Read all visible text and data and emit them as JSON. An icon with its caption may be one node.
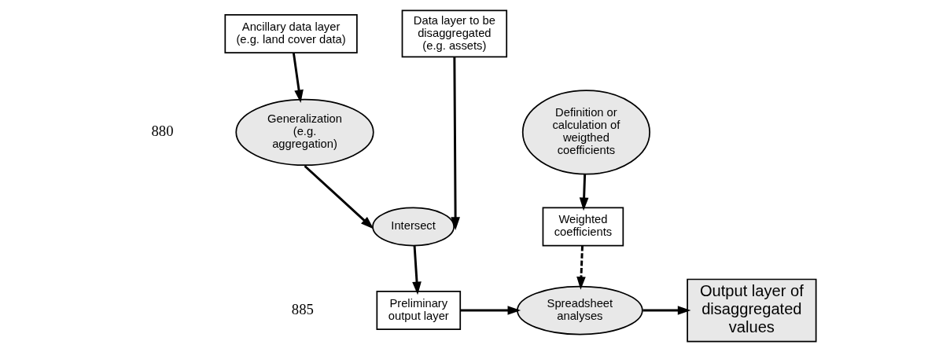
{
  "diagram": {
    "nodes": [
      {
        "text": [
          "Ancillary data layer (e.g. land cover data)"
        ]
      },
      {
        "text": [
          "Data layer to be disaggregated (e.g. assets)"
        ]
      },
      {
        "text": [
          "Generalization (e.g. aggregation)"
        ]
      },
      {
        "text": [
          "Definition or calculation of weigthed coefficients"
        ]
      },
      {
        "text": [
          "Intersect"
        ]
      },
      {
        "text": [
          "Weighted coefficients"
        ]
      },
      {
        "text": [
          "Preliminary output layer"
        ]
      },
      {
        "text": [
          "Spreadsheet analyses"
        ]
      },
      {
        "text": [
          "Output layer of disaggregated values"
        ]
      }
    ],
    "edges": [
      {
        "from": 0,
        "to": 2,
        "arrow": "to"
      },
      {
        "from": 2,
        "to": 4,
        "arrow": "to"
      },
      {
        "from": 1,
        "to": 4,
        "arrow": "to"
      },
      {
        "from": 3,
        "to": 5,
        "arrow": "to"
      },
      {
        "from": 4,
        "to": 6,
        "arrow": "to"
      },
      {
        "from": 5,
        "to": 7,
        "arrow": "to",
        "style": "dashed"
      },
      {
        "from": 6,
        "to": 7,
        "arrow": "to"
      },
      {
        "from": 7,
        "to": 8,
        "arrow": "to"
      }
    ],
    "labels": [
      "880",
      "885"
    ]
  }
}
